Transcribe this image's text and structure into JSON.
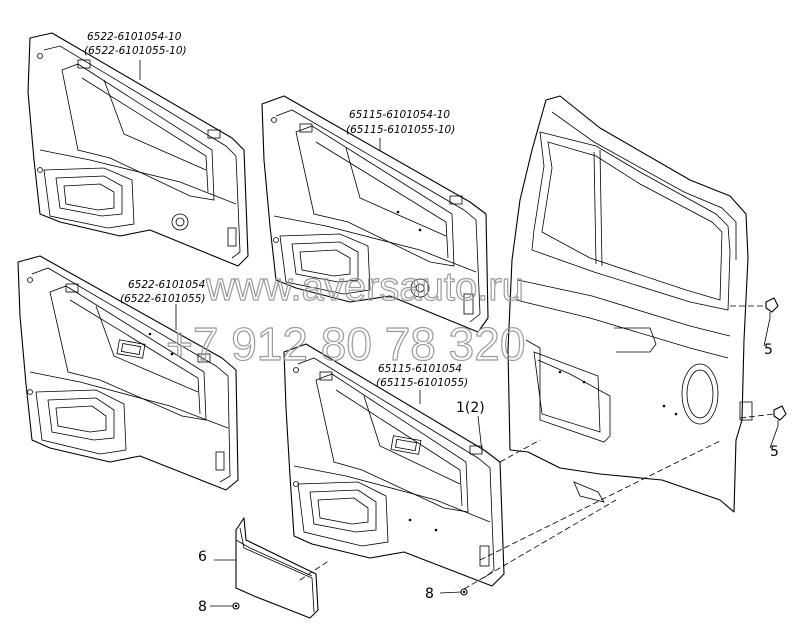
{
  "labels": {
    "panel_top_left": {
      "line1": "6522-6101054-10",
      "line2": "(6522-6101055-10)"
    },
    "panel_top_right": {
      "line1": "65115-6101054-10",
      "line2": "(65115-6101055-10)"
    },
    "panel_mid_left": {
      "line1": "6522-6101054",
      "line2": "(6522-6101055)"
    },
    "panel_mid_right": {
      "line1": "65115-6101054",
      "line2": "(65115-6101055)"
    },
    "ref_1_2": "1(2)",
    "ref_5_a": "5",
    "ref_5_b": "5",
    "ref_6": "6",
    "ref_8_a": "8",
    "ref_8_b": "8"
  },
  "watermark": {
    "url": "www.aversauto.ru",
    "phone": "+7 912 80 78 320"
  }
}
